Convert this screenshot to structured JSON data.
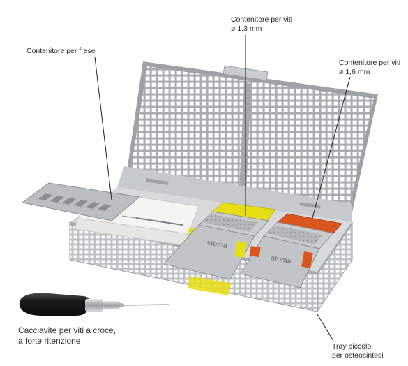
{
  "labels": {
    "frese": "Contenitore per frese",
    "viti13_line1": "Contenitore per viti",
    "viti13_line2": "ø 1,3 mm",
    "viti16_line1": "Contenitore per viti",
    "viti16_line2": "ø 1,6 mm",
    "cacciavite_line1": "Cacciavite per viti a croce,",
    "cacciavite_line2": "a forte ritenzione",
    "tray_line1": "Tray piccolo",
    "tray_line2": "per osteosintesi"
  },
  "brand_mark_1": "stoma",
  "brand_mark_2": "stoma",
  "colors": {
    "steel": "#b9bcbf",
    "steel_dark": "#8e9296",
    "yellow": "#e6dd12",
    "orange": "#d9561e",
    "handle": "#1c1c1c",
    "white_block": "#f2f2f0"
  }
}
